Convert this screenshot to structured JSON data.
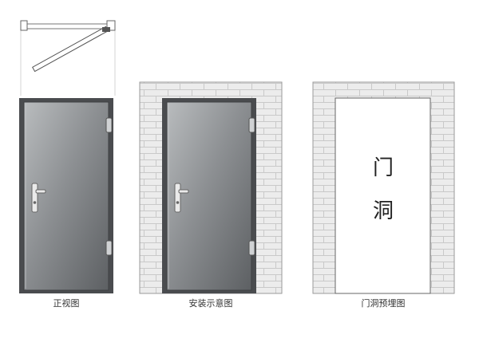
{
  "captions": {
    "front_view": "正视图",
    "installation": "安装示意图",
    "opening": "门洞预埋图"
  },
  "opening_text": {
    "char1": "门",
    "char2": "洞"
  },
  "colors": {
    "door_light": "#a8abad",
    "door_dark": "#55585b",
    "frame": "#4a4c4f",
    "brick_face": "#ececec",
    "brick_mortar": "#c9c9c9",
    "wall_outline": "#9a9a9a",
    "opening_fill": "#ffffff"
  },
  "icons": {
    "hinge": "hinge-icon",
    "handle": "door-handle-icon"
  }
}
